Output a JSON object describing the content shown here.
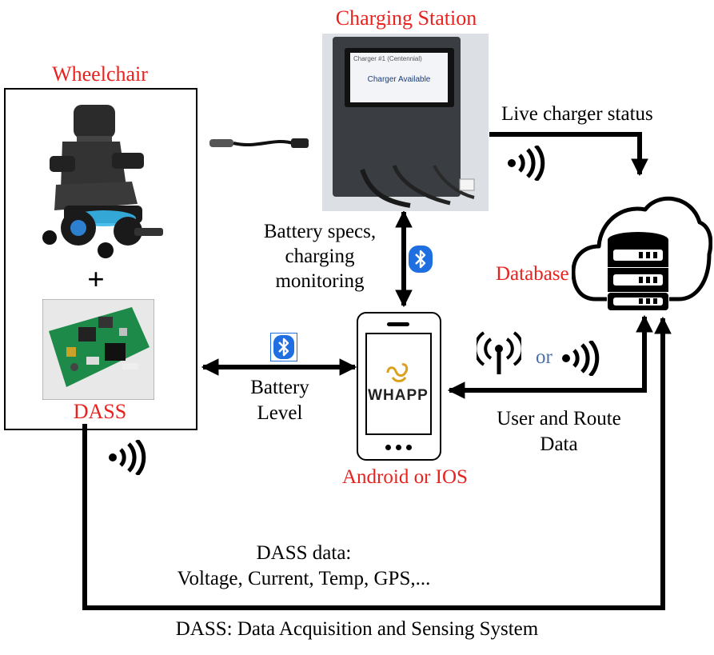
{
  "wheelchair_box": {
    "title": "Wheelchair",
    "plus": "+",
    "dass_label": "DASS"
  },
  "charging_station": {
    "title": "Charging Station",
    "screen_header": "Charger #1 (Centennial)",
    "screen_status": "Charger Available"
  },
  "database": {
    "label": "Database"
  },
  "phone": {
    "app_name": "WHAPP",
    "platform_label": "Android or IOS"
  },
  "labels": {
    "live_status": "Live charger status",
    "battery_specs_line1": "Battery specs,",
    "battery_specs_line2": "charging",
    "battery_specs_line3": "monitoring",
    "battery_level_line1": "Battery",
    "battery_level_line2": "Level",
    "user_route_line1": "User and Route",
    "user_route_line2": "Data",
    "or": "or",
    "dass_data_line1": "DASS data:",
    "dass_data_line2": "Voltage, Current, Temp, GPS,...",
    "footer": "DASS: Data Acquisition and Sensing System"
  },
  "colors": {
    "title_red": "#e8231f",
    "bluetooth_blue": "#1f6fe0",
    "or_blue": "#4a6fa5",
    "arrow_black": "#000000",
    "whapp_gold": "#d9a21c"
  },
  "icons": {
    "wifi": "wifi-signal-icon",
    "bluetooth": "bluetooth-icon",
    "antenna": "radio-antenna-icon",
    "cloud_db": "cloud-database-icon"
  }
}
